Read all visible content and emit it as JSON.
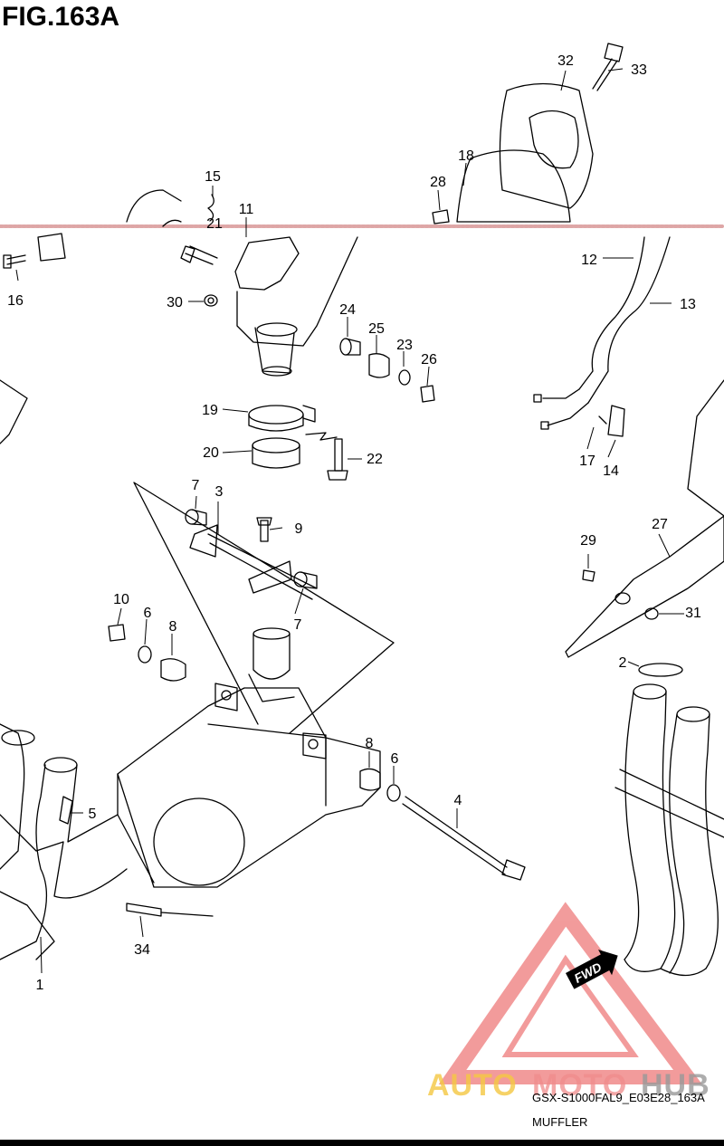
{
  "title": "FIG.163A",
  "part_code": "GSX-S1000FAL9_E03E28_163A",
  "part_name": "MUFFLER",
  "fwd_label": "FWD",
  "watermark": {
    "part1": "AUTO",
    "part2": "MOTO",
    "part3": "HUB"
  },
  "callouts": [
    "1",
    "2",
    "3",
    "4",
    "5",
    "6",
    "6",
    "7",
    "7",
    "8",
    "8",
    "9",
    "10",
    "11",
    "12",
    "13",
    "14",
    "15",
    "16",
    "17",
    "18",
    "19",
    "20",
    "21",
    "22",
    "23",
    "24",
    "25",
    "26",
    "27",
    "28",
    "29",
    "30",
    "31",
    "32",
    "33",
    "34"
  ],
  "colors": {
    "line": "#000000",
    "watermark_red": "#e84a4a",
    "watermark_yellow": "#f5c842",
    "watermark_grey": "#999999"
  }
}
